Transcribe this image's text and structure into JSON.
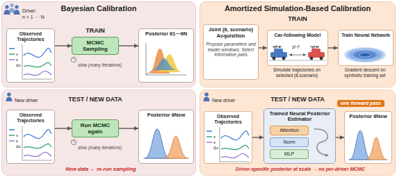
{
  "diagram": {
    "nodes": [
      {
        "text": [
          "Bayesian Calibration",
          "TRAIN"
        ]
      },
      {
        "text": [
          "Observed Trajectories"
        ],
        "in": 0
      },
      {
        "text": [
          "MCMC Sampling"
        ],
        "in": 0
      },
      {
        "text": [
          "Posterior θ1⋯θN"
        ],
        "in": 0
      },
      {
        "text": [
          "TEST / NEW DATA"
        ]
      },
      {
        "text": [
          "Observed Trajectories"
        ],
        "in": 4
      },
      {
        "text": [
          "Run MCMC again"
        ],
        "in": 4
      },
      {
        "text": [
          "Posterior θNew"
        ],
        "in": 4
      },
      {
        "text": [
          "Amortized Simulation-Based Calibration",
          "TRAIN"
        ]
      },
      {
        "text": [
          "Joint (θ, scenario) Acquisition",
          "Propose parameters and leader windows; Select informative pairs"
        ],
        "in": 8
      },
      {
        "text": [
          "Car-following Model"
        ],
        "in": 8
      },
      {
        "text": [
          "Train Neural Network"
        ],
        "in": 8
      },
      {
        "text": [
          "TEST / NEW DATA"
        ]
      },
      {
        "text": [
          "Observed Trajectories"
        ],
        "in": 12
      },
      {
        "text": [
          "Trained Neural Posterior Estimator"
        ],
        "in": 12
      },
      {
        "text": [
          "Attention"
        ],
        "in": 14
      },
      {
        "text": [
          "Norm"
        ],
        "in": 14
      },
      {
        "text": [
          "MLP"
        ],
        "in": 14
      },
      {
        "text": [
          "Posterior θNew"
        ],
        "in": 12
      }
    ],
    "edges": [
      {
        "from": 1,
        "to": 2,
        "arrow": "to"
      },
      {
        "from": 2,
        "to": 3,
        "arrow": "to"
      },
      {
        "from": 5,
        "to": 6,
        "arrow": "to"
      },
      {
        "from": 6,
        "to": 7,
        "arrow": "to"
      },
      {
        "from": 9,
        "to": 10,
        "arrow": "to"
      },
      {
        "from": 10,
        "to": 11,
        "arrow": "to"
      },
      {
        "from": 13,
        "to": 14,
        "arrow": "to"
      },
      {
        "from": 14,
        "to": 18,
        "arrow": "to"
      }
    ],
    "labels": [
      "Driver:",
      "n = 1 ⋯ N",
      "v",
      "s",
      "Δv",
      "slow (many iterations)",
      "New driver",
      "v",
      "s",
      "Δv",
      "slow (many iterations)",
      "New data → re-run sampling",
      "vf",
      "sl−f",
      "vl",
      "Simulate trajectories on selected (θ,scenario)",
      "Gradient descent on synthetic training set",
      "New driver",
      "v",
      "s",
      "Δv",
      "one forward pass",
      "Driver-specific posterior at scale → no per-driver MCMC"
    ]
  }
}
